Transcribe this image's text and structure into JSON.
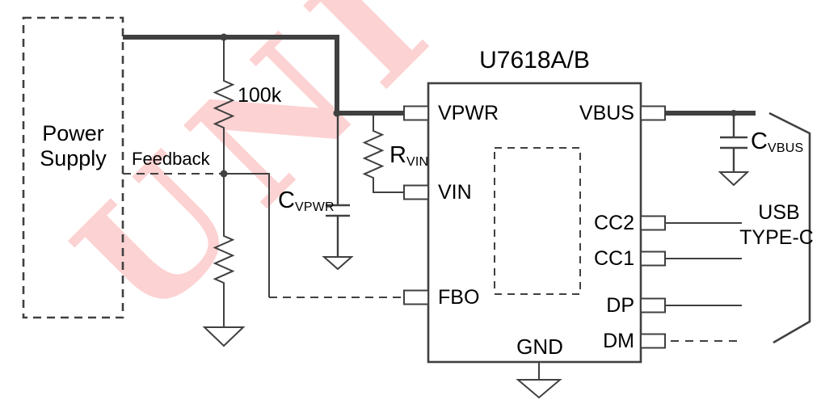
{
  "watermark": {
    "text": "UNI"
  },
  "blocks": {
    "power_supply": {
      "line1": "Power",
      "line2": "Supply"
    },
    "chip": {
      "title": "U7618A/B"
    }
  },
  "nets": {
    "feedback_label": "Feedback"
  },
  "components": {
    "r_top": {
      "value": "100k"
    },
    "r_vin": {
      "name": "R",
      "sub": "VIN"
    },
    "c_vpwr": {
      "name": "C",
      "sub": "VPWR"
    },
    "c_vbus": {
      "name": "C",
      "sub": "VBUS"
    }
  },
  "pins": {
    "vpwr": "VPWR",
    "vin": "VIN",
    "fbo": "FBO",
    "vbus": "VBUS",
    "cc2": "CC2",
    "cc1": "CC1",
    "dp": "DP",
    "dm": "DM",
    "gnd": "GND"
  },
  "connector": {
    "line1": "USB",
    "line2": "TYPE-C"
  },
  "colors": {
    "line": "#404040",
    "text": "#000000",
    "watermark": "#fcd2d2",
    "background": "#ffffff"
  }
}
